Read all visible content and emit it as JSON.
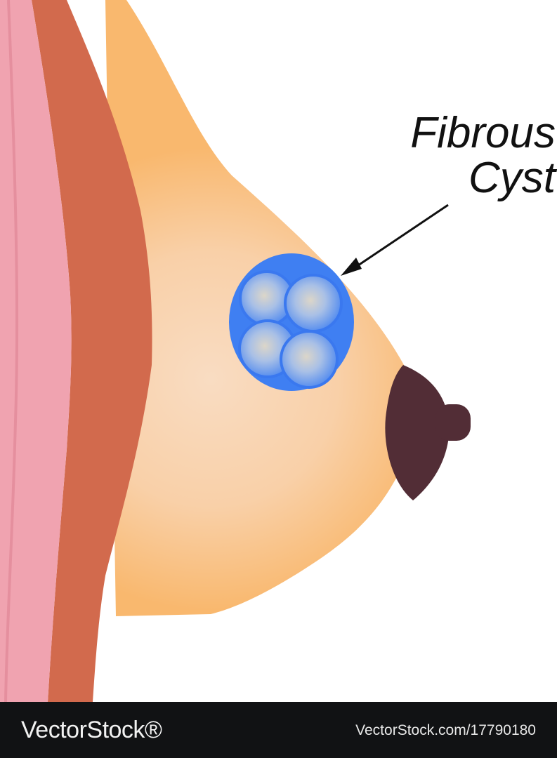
{
  "annotation": {
    "line1": "Fibrous",
    "line2": "Cyst"
  },
  "footer": {
    "brand": "VectorStock®",
    "image_id": "VectorStock.com/17790180"
  },
  "colors": {
    "skin_inner_layer": "#f0a3b0",
    "muscle_layer": "#d26a4d",
    "breast_tissue": "#fac08a",
    "breast_tissue_center": "#f9ddc2",
    "cyst_outer": "#3f7ff2",
    "cyst_lobule_center": "#d9d4c8",
    "areola": "#522d36",
    "arrow": "#111111",
    "footer_bg": "#111214"
  },
  "icons": {
    "arrow": "arrow-pointer-icon",
    "brand": "vectorstock-logo"
  }
}
